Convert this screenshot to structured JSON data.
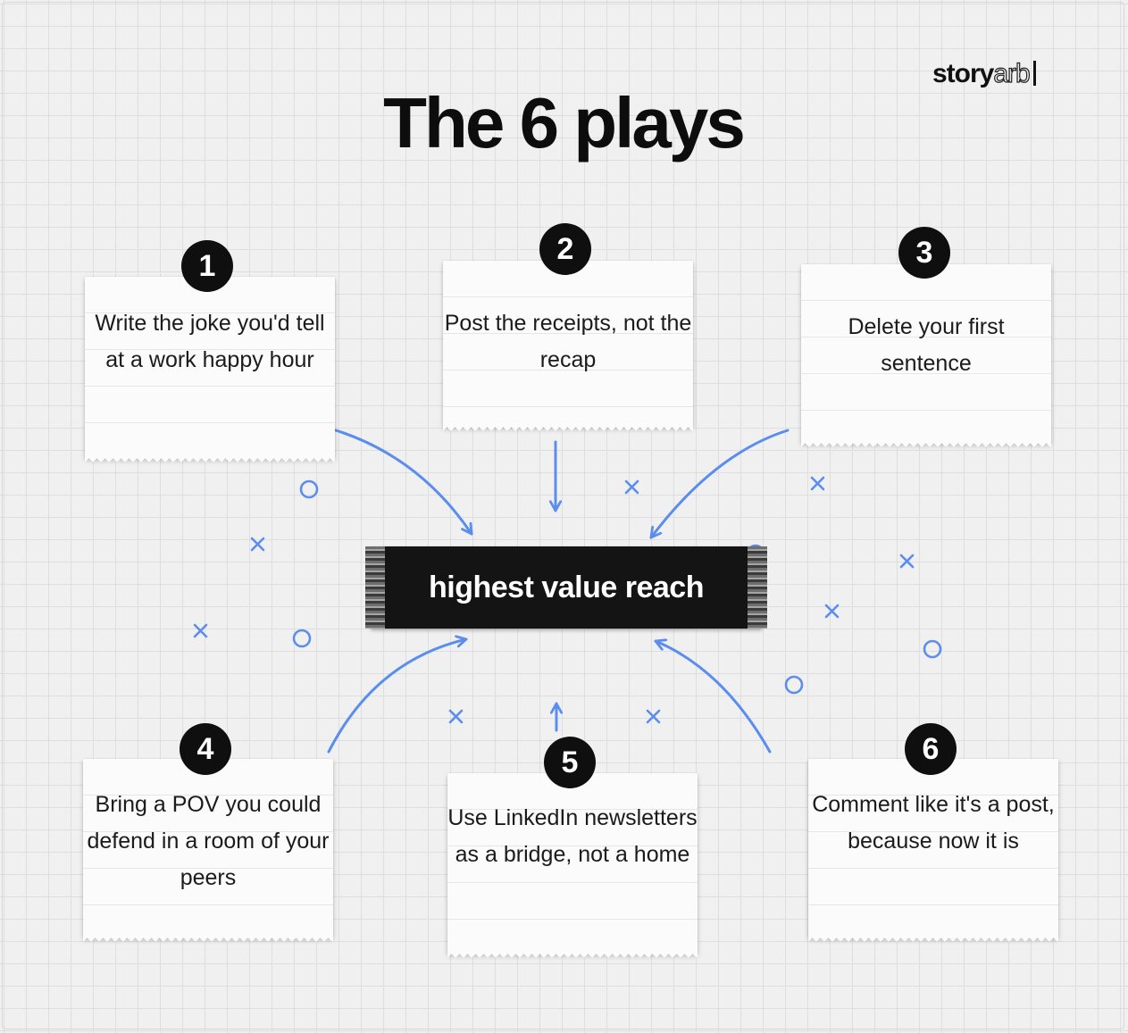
{
  "brand": {
    "logo_bold": "story",
    "logo_outline": "arb"
  },
  "title": "The 6 plays",
  "center": {
    "label": "highest value reach"
  },
  "plays": [
    {
      "number": "1",
      "text": "Write the joke you'd tell at a work happy hour"
    },
    {
      "number": "2",
      "text": "Post the receipts, not the recap"
    },
    {
      "number": "3",
      "text": "Delete your first sentence"
    },
    {
      "number": "4",
      "text": "Bring a POV you could defend in a room of your peers"
    },
    {
      "number": "5",
      "text": "Use LinkedIn newsletters as a bridge, not a home"
    },
    {
      "number": "6",
      "text": "Comment like it's a post, because now it is"
    }
  ],
  "colors": {
    "arrow": "#5b8def",
    "badge": "#0f0f0f",
    "label_bg": "#141414"
  }
}
